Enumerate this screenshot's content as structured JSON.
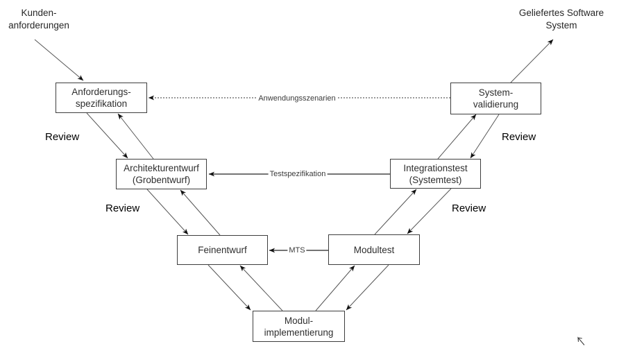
{
  "diagram": {
    "source_label": {
      "lines": [
        "Kunden-",
        "anforderungen"
      ]
    },
    "target_label": {
      "lines": [
        "Geliefertes Software",
        "System"
      ]
    },
    "review_label": "Review",
    "boxes": {
      "anforderungsspezifikation": {
        "lines": [
          "Anforderungs-",
          "spezifikation"
        ]
      },
      "systemvalidierung": {
        "lines": [
          "System-",
          "validierung"
        ]
      },
      "architekturentwurf": {
        "lines": [
          "Architekturentwurf",
          "(Grobentwurf)"
        ]
      },
      "integrationstest": {
        "lines": [
          "Integrationstest",
          "(Systemtest)"
        ]
      },
      "feinentwurf": {
        "lines": [
          "Feinentwurf"
        ]
      },
      "modultest": {
        "lines": [
          "Modultest"
        ]
      },
      "modulimplementierung": {
        "lines": [
          "Modul-",
          "implementierung"
        ]
      }
    },
    "edge_labels": {
      "anwendungsszenarien": "Anwendungsszenarien",
      "testspezifikation": "Testspezifikation",
      "mts": "MTS"
    },
    "colors": {
      "box_border": "#3d3d3d",
      "box_fill": "#ffffff",
      "text": "#2e2e2e",
      "review_text": "#000000",
      "connector": "#555555",
      "horizontal_connector": "#222222",
      "arrowhead": "#111111",
      "background": "#ffffff"
    }
  }
}
